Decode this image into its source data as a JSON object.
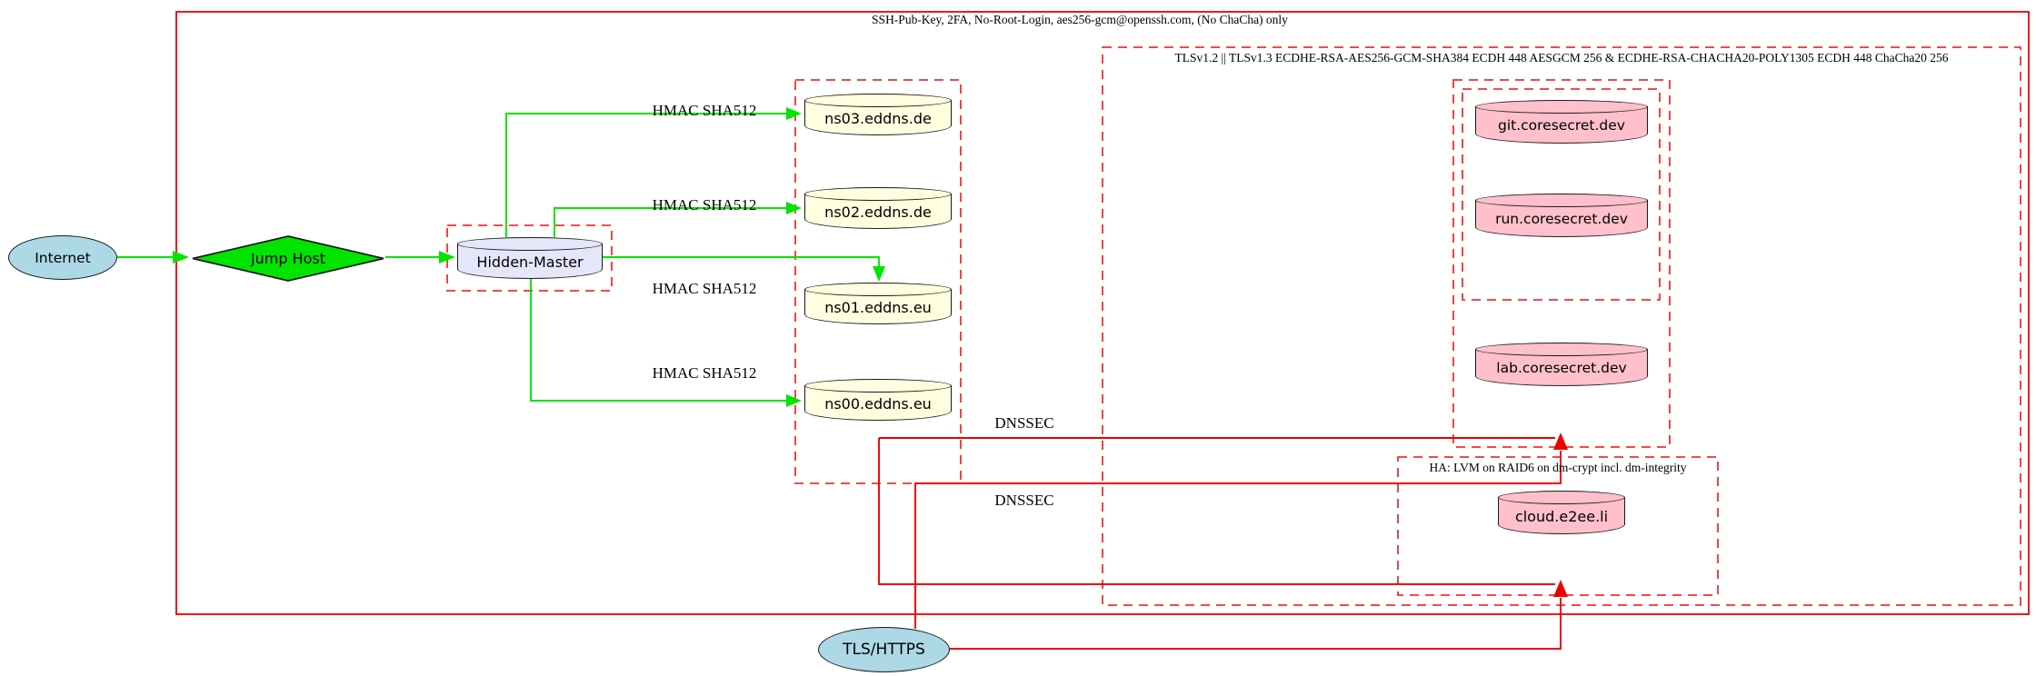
{
  "clusters": {
    "ssh": {
      "label": "SSH-Pub-Key, 2FA, No-Root-Login, aes256-gcm@openssh.com, (No ChaCha) only"
    },
    "tls": {
      "label": "TLSv1.2 || TLSv1.3 ECDHE-RSA-AES256-GCM-SHA384 ECDH 448 AESGCM 256 & ECDHE-RSA-CHACHA20-POLY1305 ECDH 448 ChaCha20 256"
    },
    "ha": {
      "label": "HA: LVM on RAID6 on dm-crypt incl. dm-integrity"
    }
  },
  "nodes": {
    "internet": {
      "label": "Internet"
    },
    "jump_host": {
      "label": "Jump Host"
    },
    "hidden_master": {
      "label": "Hidden-Master"
    },
    "ns03": {
      "label": "ns03.eddns.de"
    },
    "ns02": {
      "label": "ns02.eddns.de"
    },
    "ns01": {
      "label": "ns01.eddns.eu"
    },
    "ns00": {
      "label": "ns00.eddns.eu"
    },
    "git": {
      "label": "git.coresecret.dev"
    },
    "run": {
      "label": "run.coresecret.dev"
    },
    "lab": {
      "label": "lab.coresecret.dev"
    },
    "cloud": {
      "label": "cloud.e2ee.li"
    },
    "tls_https": {
      "label": "TLS/HTTPS"
    }
  },
  "edge_labels": {
    "hmac": "HMAC SHA512",
    "dnssec": "DNSSEC"
  },
  "colors": {
    "cluster_red": "#ee0000",
    "dashed_red": "#f13030",
    "secure_green": "#00e400",
    "lightblue": "#add8e6",
    "lavender": "#e6e6fa",
    "lightyellow": "#ffffe0",
    "pink": "#ffc0cb"
  }
}
